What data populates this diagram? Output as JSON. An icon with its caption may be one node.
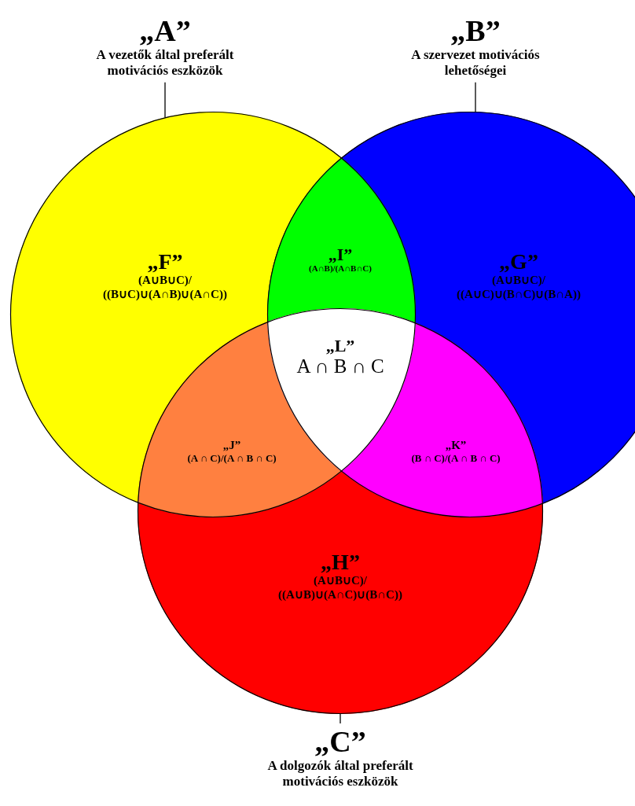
{
  "diagram": {
    "nodes": [
      {
        "text": [
          "„A”",
          "A vezetők által preferált motivációs eszközök"
        ]
      },
      {
        "text": [
          "„B”",
          "A szervezet motivációs lehetőségei"
        ]
      },
      {
        "text": [],
        "shape": "circle"
      },
      {
        "text": [],
        "shape": "circle"
      },
      {
        "text": [
          "„F”",
          "(A∪B∪C)/ ((B∪C)∪(A∩B)∪(A∩C))"
        ],
        "in": 2
      },
      {
        "text": [
          "„I”",
          "(A∩B)/(A∩B∩C)"
        ]
      },
      {
        "text": [
          "„G”",
          "(A∪B∪C)/ ((A∪C)∪(B∩C)∪(B∩A))"
        ],
        "in": 3
      },
      {
        "text": [
          "„L”",
          "A ∩ B ∩ C"
        ]
      },
      {
        "text": [
          "„J”",
          "(A ∩ C)/(A ∩ B ∩ C)"
        ]
      },
      {
        "text": [
          "„K”",
          "(B ∩ C)/(A ∩ B ∩ C)"
        ]
      },
      {
        "text": [],
        "shape": "circle"
      },
      {
        "text": [
          "„H”",
          "(A∪B∪C)/ ((A∪B)∪(A∩C)∪(B∩C))"
        ],
        "in": 10
      },
      {
        "text": [
          "„C”",
          "A dolgozók által preferált motivációs eszközök"
        ]
      }
    ],
    "edges": [
      {
        "from": 0,
        "to": 2,
        "arrow": "none"
      },
      {
        "from": 1,
        "to": 3,
        "arrow": "none"
      },
      {
        "from": 12,
        "to": 10,
        "arrow": "none"
      }
    ]
  }
}
